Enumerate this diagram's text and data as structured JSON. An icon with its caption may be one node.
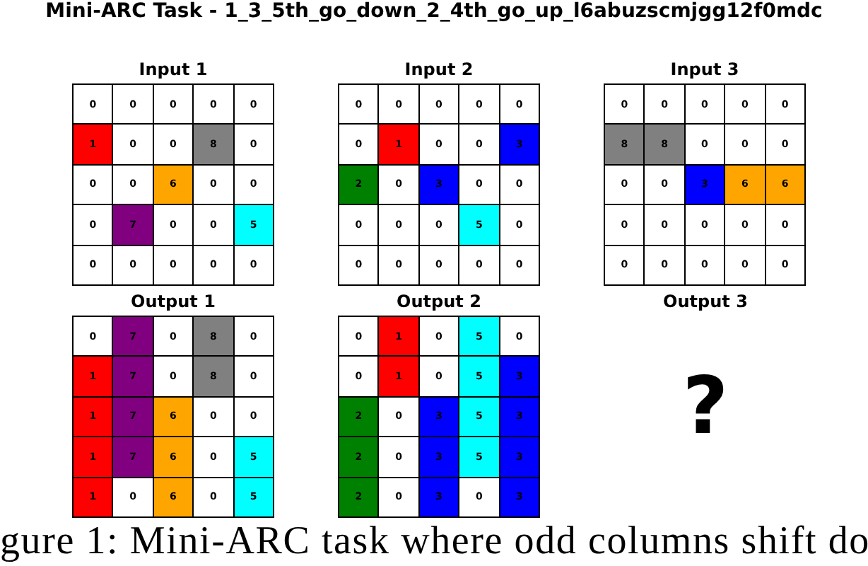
{
  "diagram": {
    "title": "Mini-ARC Task - 1_3_5th_go_down_2_4th_go_up_l6abuzscmjgg12f0mdc",
    "caption": "gure 1: Mini-ARC task where odd columns shift do",
    "nodes": [
      {
        "text": [
          "Input 1"
        ]
      },
      {
        "text": [
          "0"
        ],
        "in": 0
      },
      {
        "text": [
          "0"
        ],
        "in": 0
      },
      {
        "text": [
          "0"
        ],
        "in": 0
      },
      {
        "text": [
          "0"
        ],
        "in": 0
      },
      {
        "text": [
          "0"
        ],
        "in": 0
      },
      {
        "text": [
          "1"
        ],
        "in": 0
      },
      {
        "text": [
          "0"
        ],
        "in": 0
      },
      {
        "text": [
          "0"
        ],
        "in": 0
      },
      {
        "text": [
          "8"
        ],
        "in": 0
      },
      {
        "text": [
          "0"
        ],
        "in": 0
      },
      {
        "text": [
          "0"
        ],
        "in": 0
      },
      {
        "text": [
          "0"
        ],
        "in": 0
      },
      {
        "text": [
          "6"
        ],
        "in": 0
      },
      {
        "text": [
          "0"
        ],
        "in": 0
      },
      {
        "text": [
          "0"
        ],
        "in": 0
      },
      {
        "text": [
          "0"
        ],
        "in": 0
      },
      {
        "text": [
          "7"
        ],
        "in": 0
      },
      {
        "text": [
          "0"
        ],
        "in": 0
      },
      {
        "text": [
          "0"
        ],
        "in": 0
      },
      {
        "text": [
          "5"
        ],
        "in": 0
      },
      {
        "text": [
          "0"
        ],
        "in": 0
      },
      {
        "text": [
          "0"
        ],
        "in": 0
      },
      {
        "text": [
          "0"
        ],
        "in": 0
      },
      {
        "text": [
          "0"
        ],
        "in": 0
      },
      {
        "text": [
          "0"
        ],
        "in": 0
      },
      {
        "text": [
          "Input 2"
        ]
      },
      {
        "text": [
          "0"
        ],
        "in": 26
      },
      {
        "text": [
          "0"
        ],
        "in": 26
      },
      {
        "text": [
          "0"
        ],
        "in": 26
      },
      {
        "text": [
          "0"
        ],
        "in": 26
      },
      {
        "text": [
          "0"
        ],
        "in": 26
      },
      {
        "text": [
          "0"
        ],
        "in": 26
      },
      {
        "text": [
          "1"
        ],
        "in": 26
      },
      {
        "text": [
          "0"
        ],
        "in": 26
      },
      {
        "text": [
          "0"
        ],
        "in": 26
      },
      {
        "text": [
          "3"
        ],
        "in": 26
      },
      {
        "text": [
          "2"
        ],
        "in": 26
      },
      {
        "text": [
          "0"
        ],
        "in": 26
      },
      {
        "text": [
          "3"
        ],
        "in": 26
      },
      {
        "text": [
          "0"
        ],
        "in": 26
      },
      {
        "text": [
          "0"
        ],
        "in": 26
      },
      {
        "text": [
          "0"
        ],
        "in": 26
      },
      {
        "text": [
          "0"
        ],
        "in": 26
      },
      {
        "text": [
          "0"
        ],
        "in": 26
      },
      {
        "text": [
          "5"
        ],
        "in": 26
      },
      {
        "text": [
          "0"
        ],
        "in": 26
      },
      {
        "text": [
          "0"
        ],
        "in": 26
      },
      {
        "text": [
          "0"
        ],
        "in": 26
      },
      {
        "text": [
          "0"
        ],
        "in": 26
      },
      {
        "text": [
          "0"
        ],
        "in": 26
      },
      {
        "text": [
          "0"
        ],
        "in": 26
      },
      {
        "text": [
          "Input 3"
        ]
      },
      {
        "text": [
          "0"
        ],
        "in": 52
      },
      {
        "text": [
          "0"
        ],
        "in": 52
      },
      {
        "text": [
          "0"
        ],
        "in": 52
      },
      {
        "text": [
          "0"
        ],
        "in": 52
      },
      {
        "text": [
          "0"
        ],
        "in": 52
      },
      {
        "text": [
          "8"
        ],
        "in": 52
      },
      {
        "text": [
          "8"
        ],
        "in": 52
      },
      {
        "text": [
          "0"
        ],
        "in": 52
      },
      {
        "text": [
          "0"
        ],
        "in": 52
      },
      {
        "text": [
          "0"
        ],
        "in": 52
      },
      {
        "text": [
          "0"
        ],
        "in": 52
      },
      {
        "text": [
          "0"
        ],
        "in": 52
      },
      {
        "text": [
          "3"
        ],
        "in": 52
      },
      {
        "text": [
          "6"
        ],
        "in": 52
      },
      {
        "text": [
          "6"
        ],
        "in": 52
      },
      {
        "text": [
          "0"
        ],
        "in": 52
      },
      {
        "text": [
          "0"
        ],
        "in": 52
      },
      {
        "text": [
          "0"
        ],
        "in": 52
      },
      {
        "text": [
          "0"
        ],
        "in": 52
      },
      {
        "text": [
          "0"
        ],
        "in": 52
      },
      {
        "text": [
          "0"
        ],
        "in": 52
      },
      {
        "text": [
          "0"
        ],
        "in": 52
      },
      {
        "text": [
          "0"
        ],
        "in": 52
      },
      {
        "text": [
          "0"
        ],
        "in": 52
      },
      {
        "text": [
          "0"
        ],
        "in": 52
      },
      {
        "text": [
          "Output 1"
        ]
      },
      {
        "text": [
          "0"
        ],
        "in": 78
      },
      {
        "text": [
          "7"
        ],
        "in": 78
      },
      {
        "text": [
          "0"
        ],
        "in": 78
      },
      {
        "text": [
          "8"
        ],
        "in": 78
      },
      {
        "text": [
          "0"
        ],
        "in": 78
      },
      {
        "text": [
          "1"
        ],
        "in": 78
      },
      {
        "text": [
          "7"
        ],
        "in": 78
      },
      {
        "text": [
          "0"
        ],
        "in": 78
      },
      {
        "text": [
          "8"
        ],
        "in": 78
      },
      {
        "text": [
          "0"
        ],
        "in": 78
      },
      {
        "text": [
          "1"
        ],
        "in": 78
      },
      {
        "text": [
          "7"
        ],
        "in": 78
      },
      {
        "text": [
          "6"
        ],
        "in": 78
      },
      {
        "text": [
          "0"
        ],
        "in": 78
      },
      {
        "text": [
          "0"
        ],
        "in": 78
      },
      {
        "text": [
          "1"
        ],
        "in": 78
      },
      {
        "text": [
          "7"
        ],
        "in": 78
      },
      {
        "text": [
          "6"
        ],
        "in": 78
      },
      {
        "text": [
          "0"
        ],
        "in": 78
      },
      {
        "text": [
          "5"
        ],
        "in": 78
      },
      {
        "text": [
          "1"
        ],
        "in": 78
      },
      {
        "text": [
          "0"
        ],
        "in": 78
      },
      {
        "text": [
          "6"
        ],
        "in": 78
      },
      {
        "text": [
          "0"
        ],
        "in": 78
      },
      {
        "text": [
          "5"
        ],
        "in": 78
      },
      {
        "text": [
          "Output 2"
        ]
      },
      {
        "text": [
          "0"
        ],
        "in": 104
      },
      {
        "text": [
          "1"
        ],
        "in": 104
      },
      {
        "text": [
          "0"
        ],
        "in": 104
      },
      {
        "text": [
          "5"
        ],
        "in": 104
      },
      {
        "text": [
          "0"
        ],
        "in": 104
      },
      {
        "text": [
          "0"
        ],
        "in": 104
      },
      {
        "text": [
          "1"
        ],
        "in": 104
      },
      {
        "text": [
          "0"
        ],
        "in": 104
      },
      {
        "text": [
          "5"
        ],
        "in": 104
      },
      {
        "text": [
          "3"
        ],
        "in": 104
      },
      {
        "text": [
          "2"
        ],
        "in": 104
      },
      {
        "text": [
          "0"
        ],
        "in": 104
      },
      {
        "text": [
          "3"
        ],
        "in": 104
      },
      {
        "text": [
          "5"
        ],
        "in": 104
      },
      {
        "text": [
          "3"
        ],
        "in": 104
      },
      {
        "text": [
          "2"
        ],
        "in": 104
      },
      {
        "text": [
          "0"
        ],
        "in": 104
      },
      {
        "text": [
          "3"
        ],
        "in": 104
      },
      {
        "text": [
          "5"
        ],
        "in": 104
      },
      {
        "text": [
          "3"
        ],
        "in": 104
      },
      {
        "text": [
          "2"
        ],
        "in": 104
      },
      {
        "text": [
          "0"
        ],
        "in": 104
      },
      {
        "text": [
          "3"
        ],
        "in": 104
      },
      {
        "text": [
          "0"
        ],
        "in": 104
      },
      {
        "text": [
          "3"
        ],
        "in": 104
      }
    ],
    "labels": [
      "Output 3",
      "?"
    ]
  }
}
